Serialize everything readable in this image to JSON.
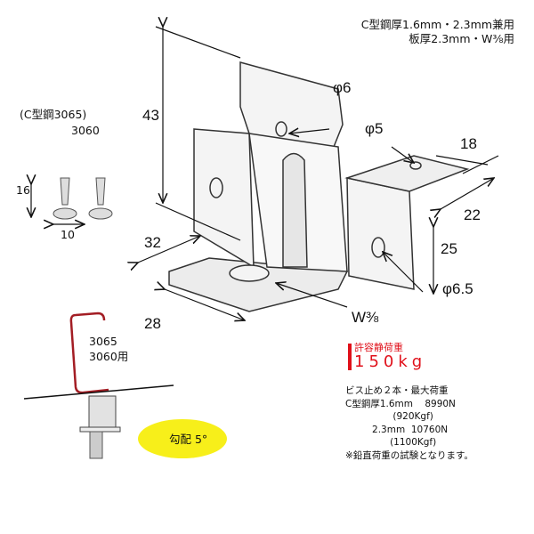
{
  "header": {
    "line1": "C型鋼厚1.6mm・2.3mm兼用",
    "line2": "板厚2.3mm・W⅜用"
  },
  "screw_note": {
    "line1": "(C型鋼3065)",
    "line2": "3060",
    "height": "16",
    "width": "10"
  },
  "dimensions": {
    "height_43": "43",
    "hole_6": "φ6",
    "hole_5": "φ5",
    "d18": "18",
    "d22": "22",
    "d25": "25",
    "hole_6_5": "φ6.5",
    "d32": "32",
    "d28": "28",
    "bolt": "W⅜"
  },
  "install": {
    "line1": "3065",
    "line2": "3060用",
    "slope_badge": "勾配 5°"
  },
  "load": {
    "label": "許容静荷重",
    "value": "150kg",
    "title": "ビス止め２本・最大荷重",
    "row1": "C型鋼厚1.6mm    8990N",
    "row1b": "                (920Kgf)",
    "row2": "         2.3mm  10760N",
    "row2b": "               (1100Kgf)",
    "note": "※鉛直荷重の試験となります。"
  },
  "colors": {
    "accent_red": "#e0101a",
    "badge_yellow": "#f7ef1a",
    "channel_red": "#a31d24"
  }
}
